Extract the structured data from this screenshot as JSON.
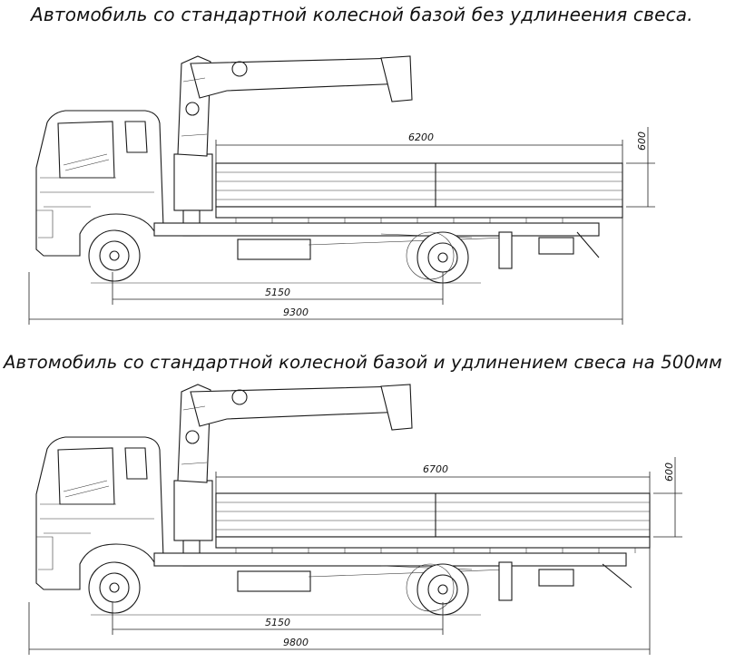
{
  "captions": {
    "top": "Автомобиль со стандартной колесной базой без удлинеения свеса.",
    "bottom": "Автомобиль со стандартной колесной базой и удлинением свеса на 500мм"
  },
  "drawings": [
    {
      "platform_length": "6200",
      "side_height": "600",
      "wheelbase": "5150",
      "overall_length": "9300"
    },
    {
      "platform_length": "6700",
      "side_height": "600",
      "wheelbase": "5150",
      "overall_length": "9800"
    }
  ]
}
